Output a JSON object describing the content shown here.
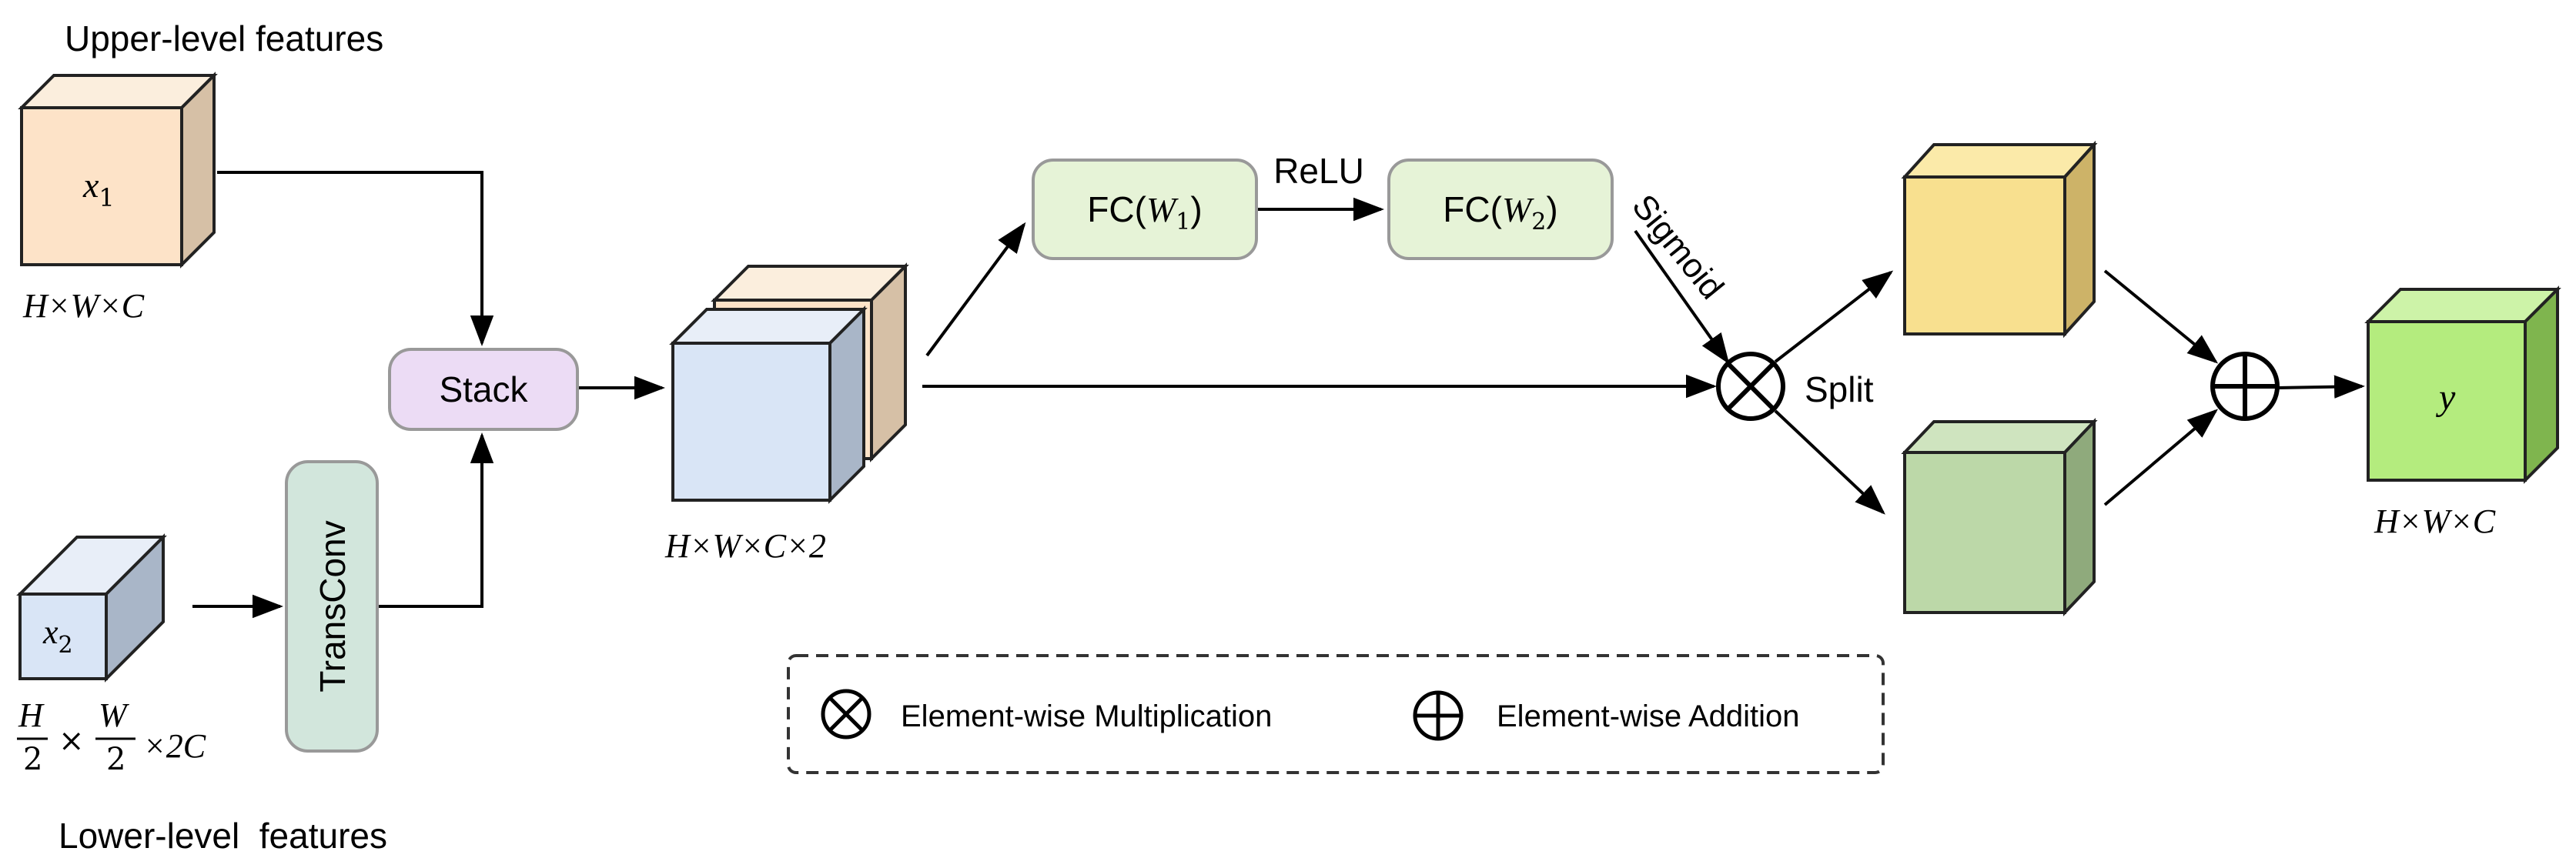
{
  "labels": {
    "upper_level_features": "Upper-level features",
    "lower_level_features": "Lower-level  features"
  },
  "x1_cube": {
    "var": "x",
    "sub": "1",
    "dims": "H×W×C"
  },
  "x2_cube": {
    "var": "x",
    "sub": "2",
    "dims_tail": "×2C",
    "h": "H",
    "w": "W",
    "denom": "2",
    "times": "×"
  },
  "transconv": {
    "label": "TransConv"
  },
  "stack": {
    "label": "Stack"
  },
  "stacked_cube": {
    "dims": "H×W×C×2"
  },
  "fc1": {
    "prefix": "FC(",
    "var": "W",
    "sub": "1",
    "suffix": ")"
  },
  "fc2": {
    "prefix": "FC(",
    "var": "W",
    "sub": "2",
    "suffix": ")"
  },
  "relu": {
    "label": "ReLU"
  },
  "sigmoid": {
    "label": "Sigmoid"
  },
  "split": {
    "label": "Split"
  },
  "output_cube": {
    "var": "y",
    "dims": "H×W×C"
  },
  "legend": {
    "multiplication": "Element-wise Multiplication",
    "addition": "Element-wise Addition"
  },
  "colors": {
    "x1_front": "#fde3c8",
    "x1_top": "#fbeedd",
    "x1_side": "#d6c0a6",
    "x2_front": "#d9e5f6",
    "x2_top": "#e8eef8",
    "x2_side": "#a9b6c8",
    "stack_fill": "#ecdcf5",
    "transconv_fill": "#d2e6dc",
    "fc_fill": "#e6f3d7",
    "yellow_front": "#f8e08f",
    "yellow_side": "#cdb368",
    "green_front": "#bcd8a8",
    "green_side": "#8faa7c",
    "out_front": "#b4ec7e",
    "out_side": "#7fb54e",
    "box_border": "#999999",
    "line": "#000000"
  }
}
